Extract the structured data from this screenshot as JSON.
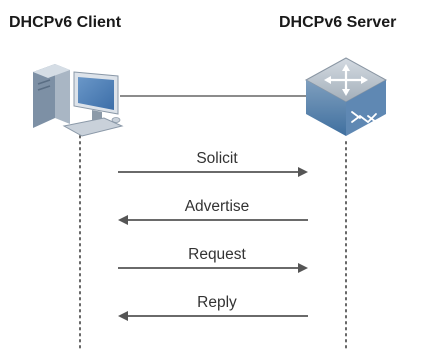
{
  "client": {
    "title": "DHCPv6 Client",
    "icon": "pc-icon"
  },
  "server": {
    "title": "DHCPv6 Server",
    "icon": "router-icon"
  },
  "messages": [
    {
      "label": "Solicit",
      "direction": "client-to-server"
    },
    {
      "label": "Advertise",
      "direction": "server-to-client"
    },
    {
      "label": "Request",
      "direction": "client-to-server"
    },
    {
      "label": "Reply",
      "direction": "server-to-client"
    }
  ],
  "colors": {
    "arrow": "#555555",
    "lifeline": "#666666",
    "device_blue": "#4a80b7",
    "device_gray": "#b8c2cc"
  }
}
